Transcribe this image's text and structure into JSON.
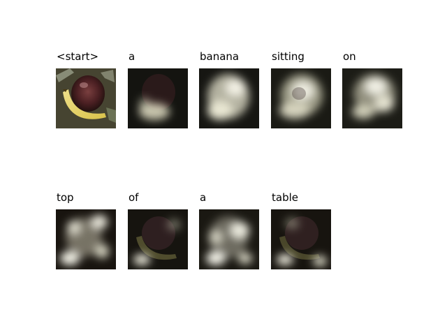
{
  "caption": {
    "words": [
      "<start>",
      "a",
      "banana",
      "sitting",
      "on",
      "top",
      "of",
      "a",
      "table"
    ]
  },
  "images": [
    {
      "kind": "original-photo",
      "subject": "banana-and-apple-in-bag"
    },
    {
      "kind": "attention-map"
    },
    {
      "kind": "attention-map"
    },
    {
      "kind": "attention-map"
    },
    {
      "kind": "attention-map"
    },
    {
      "kind": "attention-map"
    },
    {
      "kind": "attention-map"
    },
    {
      "kind": "attention-map"
    },
    {
      "kind": "attention-map"
    }
  ]
}
